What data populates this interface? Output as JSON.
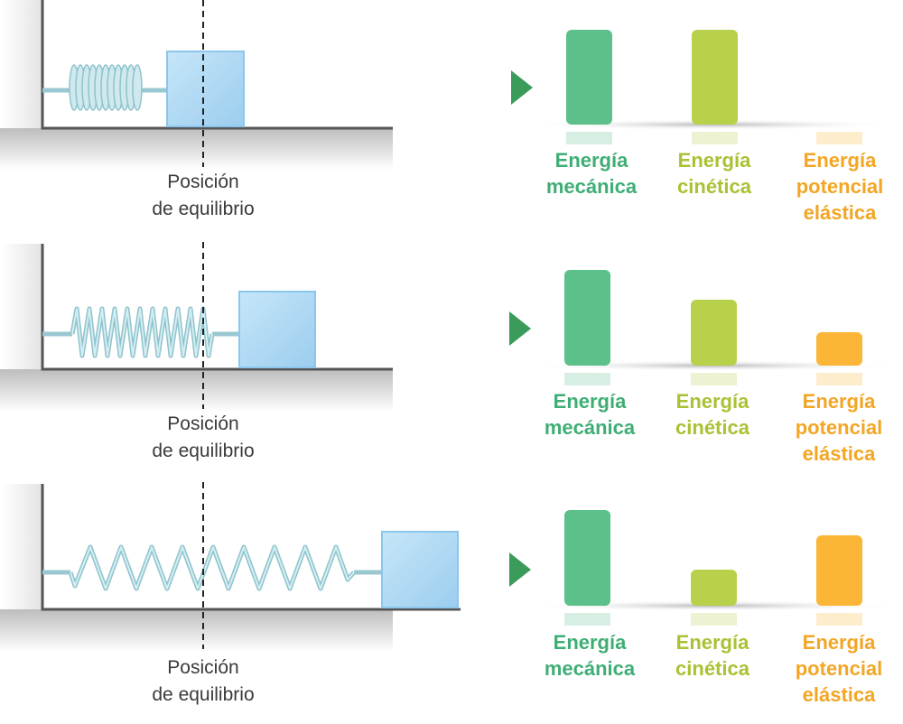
{
  "equilibrium_label": {
    "line1": "Posición",
    "line2": "de equilibrio"
  },
  "energy_labels": {
    "mechanical": {
      "line1": "Energía",
      "line2": "mecánica"
    },
    "kinetic": {
      "line1": "Energía",
      "line2": "cinética"
    },
    "elastic": {
      "line1": "Energía",
      "line2": "potencial",
      "line3": "elástica"
    }
  },
  "colors": {
    "mechanical": "#5cc08a",
    "kinetic": "#b7d14a",
    "elastic": "#fbb637",
    "block": "#aed8f3",
    "spring": "#b4dde4",
    "arrow": "#3a9b5a"
  },
  "icons": [
    "play-arrow-icon"
  ],
  "panels": [
    {
      "state": "compressed",
      "energy_fractions": {
        "mechanical": 1.0,
        "kinetic": 1.0,
        "elastic": 0.0
      }
    },
    {
      "state": "intermediate",
      "energy_fractions": {
        "mechanical": 1.0,
        "kinetic": 0.67,
        "elastic": 0.35
      }
    },
    {
      "state": "stretched",
      "energy_fractions": {
        "mechanical": 1.0,
        "kinetic": 0.37,
        "elastic": 0.71
      }
    }
  ]
}
